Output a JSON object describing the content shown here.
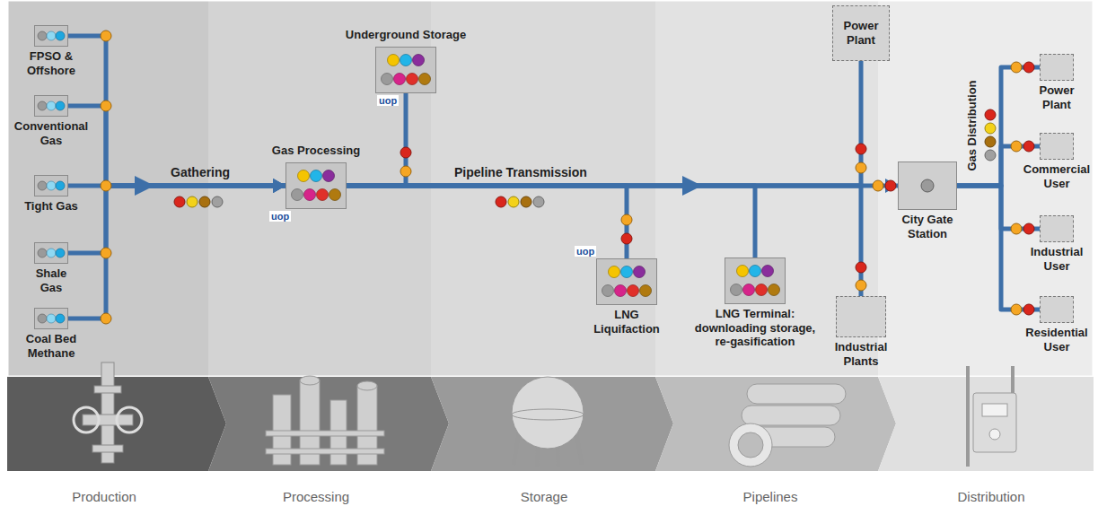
{
  "diagram": {
    "nodes": [
      {
        "text": [
          "FPSO & Offshore"
        ]
      },
      {
        "text": [
          "Conventional Gas"
        ]
      },
      {
        "text": [
          "Tight Gas"
        ]
      },
      {
        "text": [
          "Shale Gas"
        ]
      },
      {
        "text": [
          "Coal Bed Methane"
        ]
      },
      {
        "text": [
          "Underground Storage"
        ]
      },
      {
        "text": [
          "Gas Processing"
        ]
      },
      {
        "text": [
          "LNG Liquifaction"
        ]
      },
      {
        "text": [
          "LNG Terminal: downloading storage, re-gasification"
        ]
      },
      {
        "text": [
          "Power Plant"
        ]
      },
      {
        "text": [
          "Industrial Plants"
        ]
      },
      {
        "text": [
          "City Gate Station"
        ]
      },
      {
        "text": [
          "Power Plant"
        ]
      },
      {
        "text": [
          "Commercial User"
        ]
      },
      {
        "text": [
          "Industrial User"
        ]
      },
      {
        "text": [
          "Residential User"
        ]
      }
    ],
    "edges": [
      {
        "from": 0,
        "to": 6,
        "arrow": "to"
      },
      {
        "from": 1,
        "to": 6,
        "arrow": "to"
      },
      {
        "from": 2,
        "to": 6,
        "arrow": "to"
      },
      {
        "from": 3,
        "to": 6,
        "arrow": "to"
      },
      {
        "from": 4,
        "to": 6,
        "arrow": "to"
      },
      {
        "from": 6,
        "to": 5,
        "arrow": "none"
      },
      {
        "from": 6,
        "to": 7,
        "arrow": "none"
      },
      {
        "from": 6,
        "to": 8,
        "arrow": "none"
      },
      {
        "from": 6,
        "to": 9,
        "arrow": "none"
      },
      {
        "from": 6,
        "to": 10,
        "arrow": "none"
      },
      {
        "from": 6,
        "to": 11,
        "arrow": "to"
      },
      {
        "from": 11,
        "to": 12,
        "arrow": "none"
      },
      {
        "from": 11,
        "to": 13,
        "arrow": "none"
      },
      {
        "from": 11,
        "to": 14,
        "arrow": "none"
      },
      {
        "from": 11,
        "to": 15,
        "arrow": "none"
      }
    ],
    "labels": [
      "Gathering",
      "Pipeline Transmission",
      "Gas Distribution",
      "uop",
      "uop",
      "uop",
      "Production",
      "Processing",
      "Storage",
      "Pipelines",
      "Distribution"
    ]
  }
}
